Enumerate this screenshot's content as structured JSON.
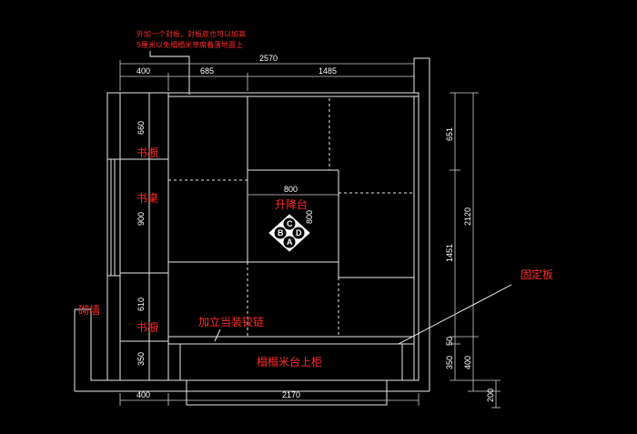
{
  "labels": {
    "note_line1": "外加一个封板，封板底也可以加高",
    "note_line2": "5厘米以免榻榻米草席着落地面上",
    "bookcase_top": "书橱",
    "desk": "书桌",
    "bookcase_bottom": "书橱",
    "wall": "砌墙",
    "lift": "升降台",
    "fixed_board": "固定板",
    "hinge": "加立当装铰链",
    "tatami_cabinet": "榻榻米台上柜"
  },
  "symbol": {
    "top": "C",
    "left": "B",
    "right": "D",
    "bottom": "A"
  },
  "dims": {
    "top_total": "2570",
    "top_left": "400",
    "top_mid": "685",
    "top_right": "1485",
    "bottom_left": "400",
    "bottom_main": "2170",
    "left_660": "660",
    "left_900": "900",
    "left_610": "610",
    "left_350": "350",
    "lift_w": "800",
    "lift_h": "800",
    "right_651": "651",
    "right_1451": "1451",
    "right_50": "50",
    "right_350": "350",
    "right_2120": "2120",
    "right_400": "400",
    "right_200": "200"
  }
}
